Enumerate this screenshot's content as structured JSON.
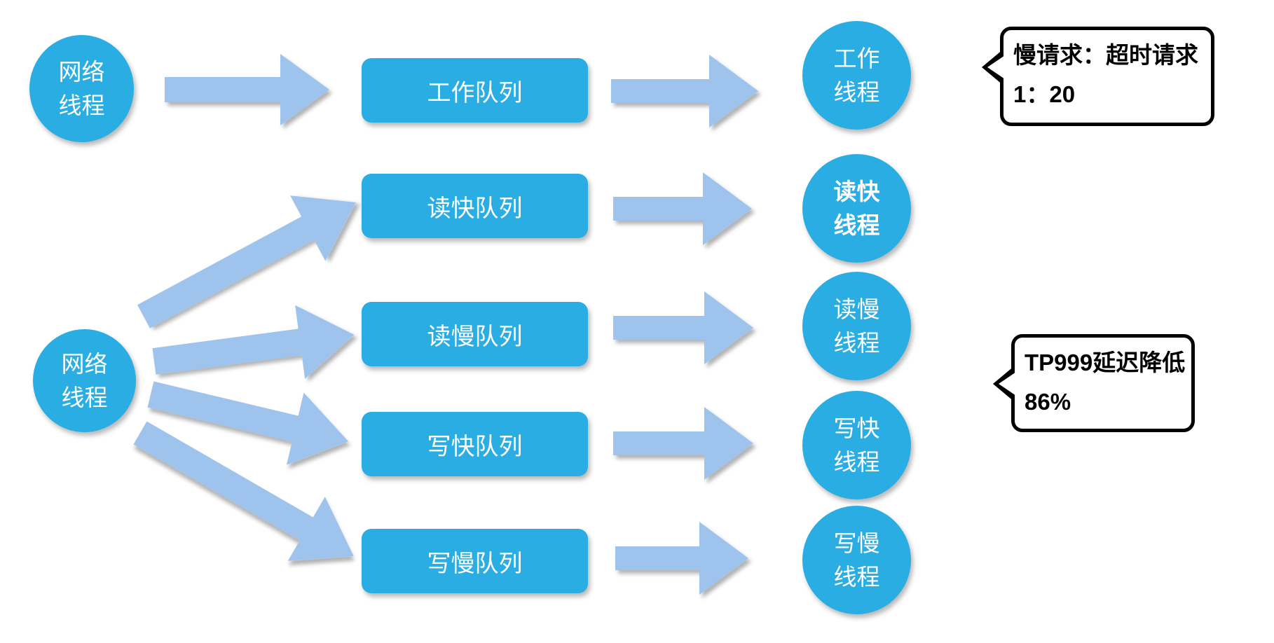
{
  "colors": {
    "node": "#29ADE3",
    "arrow": "#9EC3EC",
    "callout_border": "#000000",
    "node_text": "#FFFFFF",
    "callout_text": "#000000"
  },
  "network_threads": [
    {
      "line1": "网络",
      "line2": "线程"
    },
    {
      "line1": "网络",
      "line2": "线程"
    }
  ],
  "queues": [
    {
      "label": "工作队列"
    },
    {
      "label": "读快队列"
    },
    {
      "label": "读慢队列"
    },
    {
      "label": "写快队列"
    },
    {
      "label": "写慢队列"
    }
  ],
  "worker_threads": [
    {
      "line1": "工作",
      "line2": "线程",
      "emphasis": false
    },
    {
      "line1": "读快",
      "line2": "线程",
      "emphasis": true
    },
    {
      "line1": "读慢",
      "line2": "线程",
      "emphasis": false
    },
    {
      "line1": "写快",
      "line2": "线程",
      "emphasis": false
    },
    {
      "line1": "写慢",
      "line2": "线程",
      "emphasis": false
    }
  ],
  "callouts": [
    {
      "line1": "慢请求：超时请求",
      "line2": "1：20"
    },
    {
      "line1": "TP999延迟降低",
      "line2": "86%"
    }
  ]
}
